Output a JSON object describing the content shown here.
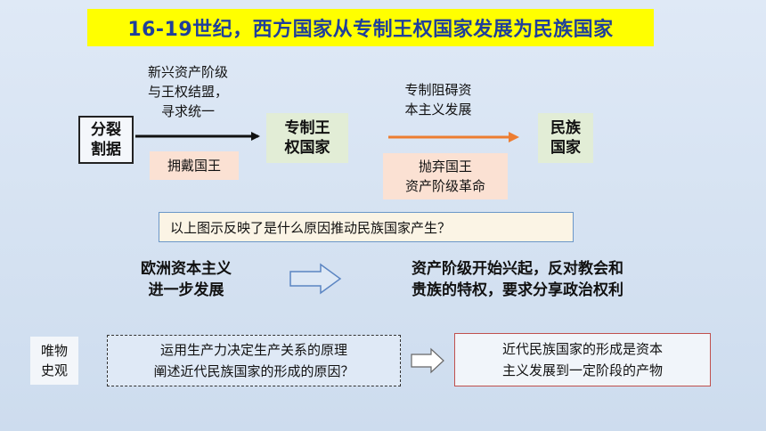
{
  "title": "16-19世纪，西方国家从专制王权国家发展为民族国家",
  "flow": {
    "split": [
      "分裂",
      "割据"
    ],
    "alliance_note": [
      "新兴资产阶级",
      "与王权结盟，",
      "寻求统一"
    ],
    "support_king": "拥戴国王",
    "absolute_state": [
      "专制王",
      "权国家"
    ],
    "obstruct_note": [
      "专制阻碍资",
      "本主义发展"
    ],
    "abandon": [
      "抛弃国王",
      "资产阶级革命"
    ],
    "nation_state": [
      "民族",
      "国家"
    ]
  },
  "question": "以上图示反映了是什么原因推动民族国家产生？",
  "cause": [
    "欧洲资本主义",
    "进一步发展"
  ],
  "effect": [
    "资产阶级开始兴起，反对教会和",
    "贵族的特权，要求分享政治权利"
  ],
  "materialism": [
    "唯物",
    "史观"
  ],
  "bottom_question": [
    "运用生产力决定生产关系的原理",
    "阐述近代民族国家的形成的原因？"
  ],
  "conclusion": [
    "近代民族国家的形成是资本",
    "主义发展到一定阶段的产物"
  ],
  "colors": {
    "title_bg": "#ffff00",
    "title_text": "#1f3f9a",
    "orange_arrow": "#ed7d31",
    "box_green": "#e2edd6",
    "box_peach": "#fbe1d3",
    "conclusion_border": "#c0504d"
  }
}
